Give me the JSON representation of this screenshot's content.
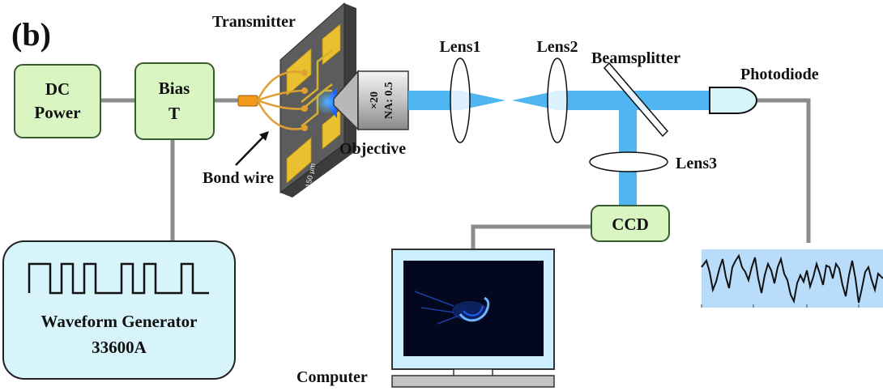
{
  "panel_label": "(b)",
  "dc_power": {
    "line1": "DC",
    "line2": "Power"
  },
  "bias_t": {
    "line1": "Bias",
    "line2": "T"
  },
  "transmitter_label": "Transmitter",
  "bond_wire_label": "Bond wire",
  "chip_scale_label": "150 μm",
  "objective": {
    "label": "Objective",
    "mag": "×20",
    "na": "NA: 0.5"
  },
  "lens1_label": "Lens1",
  "lens2_label": "Lens2",
  "beamsplitter_label": "Beamsplitter",
  "lens3_label": "Lens3",
  "photodiode_label": "Photodiode",
  "ccd_label": "CCD",
  "computer_label": "Computer",
  "waveform_generator": {
    "line1": "Waveform Generator",
    "line2": "33600A"
  },
  "colors": {
    "box_fill": "#d8f5c2",
    "box_stroke": "#3a5a30",
    "wave_box_fill": "#d7f4fb",
    "beam": "#4fb6f2",
    "cable": "#8c8c8c",
    "chip_body": "#5a5a5a",
    "pads": "#e8c030",
    "bond_wire": "#e0a030",
    "screen": "#04081e",
    "monitor_frame": "#ccefff",
    "trace_bg": "#b9dcfa"
  }
}
